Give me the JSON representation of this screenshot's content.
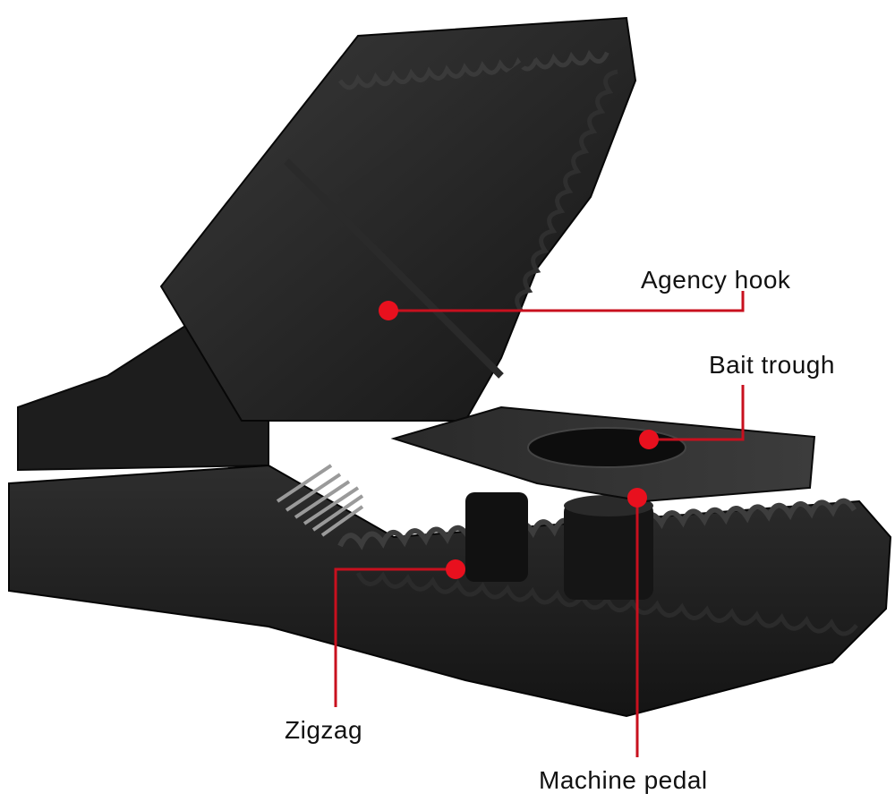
{
  "labels": {
    "agency_hook": "Agency hook",
    "bait_trough": "Bait trough",
    "zigzag": "Zigzag",
    "machine_pedal": "Machine pedal"
  },
  "colors": {
    "background": "#ffffff",
    "trap_body": "#1b1b1b",
    "callout": "#c8101e"
  }
}
